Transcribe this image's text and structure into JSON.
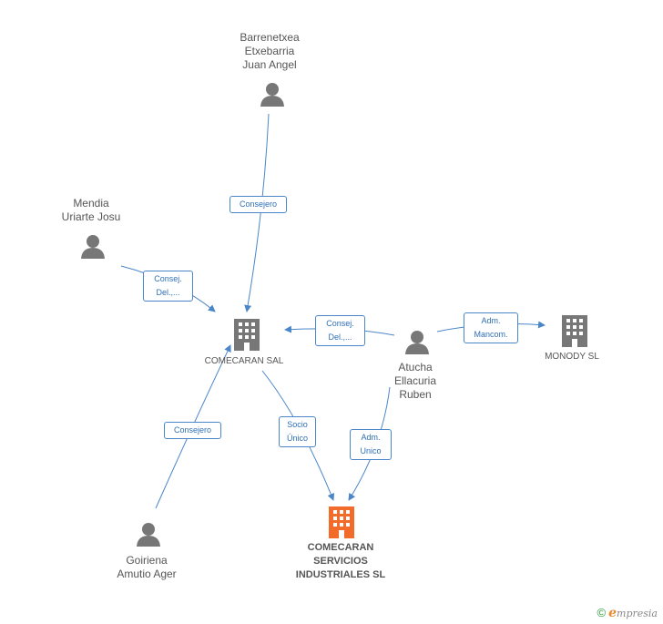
{
  "colors": {
    "edge": "#4a86c8",
    "person": "#777777",
    "company": "#777777",
    "focus_company": "#f26b2a"
  },
  "nodes": {
    "barrenetxea": {
      "label": "Barrenetxea\nEtxebarria\nJuan Angel",
      "icon": "person-icon"
    },
    "mendia": {
      "label": "Mendia\nUriarte Josu",
      "icon": "person-icon"
    },
    "comecaran_sal": {
      "label": "COMECARAN SAL",
      "icon": "building-icon"
    },
    "atucha": {
      "label": "Atucha\nEllacuria\nRuben",
      "icon": "person-icon"
    },
    "monody": {
      "label": "MONODY SL",
      "icon": "building-icon"
    },
    "goiriena": {
      "label": "Goiriena\nAmutio Ager",
      "icon": "person-icon"
    },
    "comecaran_si": {
      "label": "COMECARAN\nSERVICIOS\nINDUSTRIALES SL",
      "icon": "building-icon"
    }
  },
  "edges": {
    "barrenetxea_sal": "Consejero",
    "mendia_sal": "Consej.\nDel.,...",
    "atucha_sal": "Consej.\nDel.,...",
    "atucha_monody": "Adm.\nMancom.",
    "goiriena_sal": "Consejero",
    "sal_si": "Socio\nÚnico",
    "atucha_si": "Adm.\nUnico"
  },
  "footer": {
    "copyright": "©",
    "brand_initial": "e",
    "brand_rest": "mpresia"
  }
}
